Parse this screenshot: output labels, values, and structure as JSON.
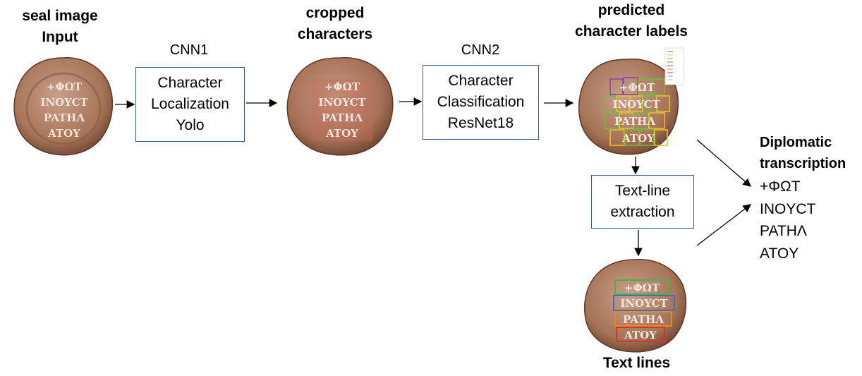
{
  "labels": {
    "seal_l1": "seal image",
    "seal_l2": "Input",
    "crop_l1": "cropped",
    "crop_l2": "characters",
    "pred_l1": "predicted",
    "pred_l2": "character labels",
    "textlines": "Text lines"
  },
  "cnn1": {
    "title": "CNN1",
    "line1": "Character",
    "line2": "Localization",
    "line3": "Yolo"
  },
  "cnn2": {
    "title": "CNN2",
    "line1": "Character",
    "line2": "Classification",
    "line3": "ResNet18"
  },
  "textline_box": {
    "line1": "Text-line",
    "line2": "extraction"
  },
  "output": {
    "title1": "Diplomatic",
    "title2": "transcription",
    "lines": [
      "+ΦΩΤ",
      "INOYCT",
      "PATHΛ",
      "ATOY"
    ]
  },
  "seal_text": [
    "+ΦΩΤ",
    "INOYCT",
    "PATHΛ",
    "ATOY"
  ],
  "colors": {
    "box_border": "#2f5597",
    "seal_base": "#b07e63",
    "seal_dark": "#7d4f3a",
    "box_purple": "#8e44ad",
    "box_green": "#7cb342",
    "box_yellow": "#e6c229",
    "line_green": "#4caf50",
    "line_blue": "#3f6fbf",
    "line_orange": "#e08a2c",
    "line_red": "#d9342b"
  }
}
